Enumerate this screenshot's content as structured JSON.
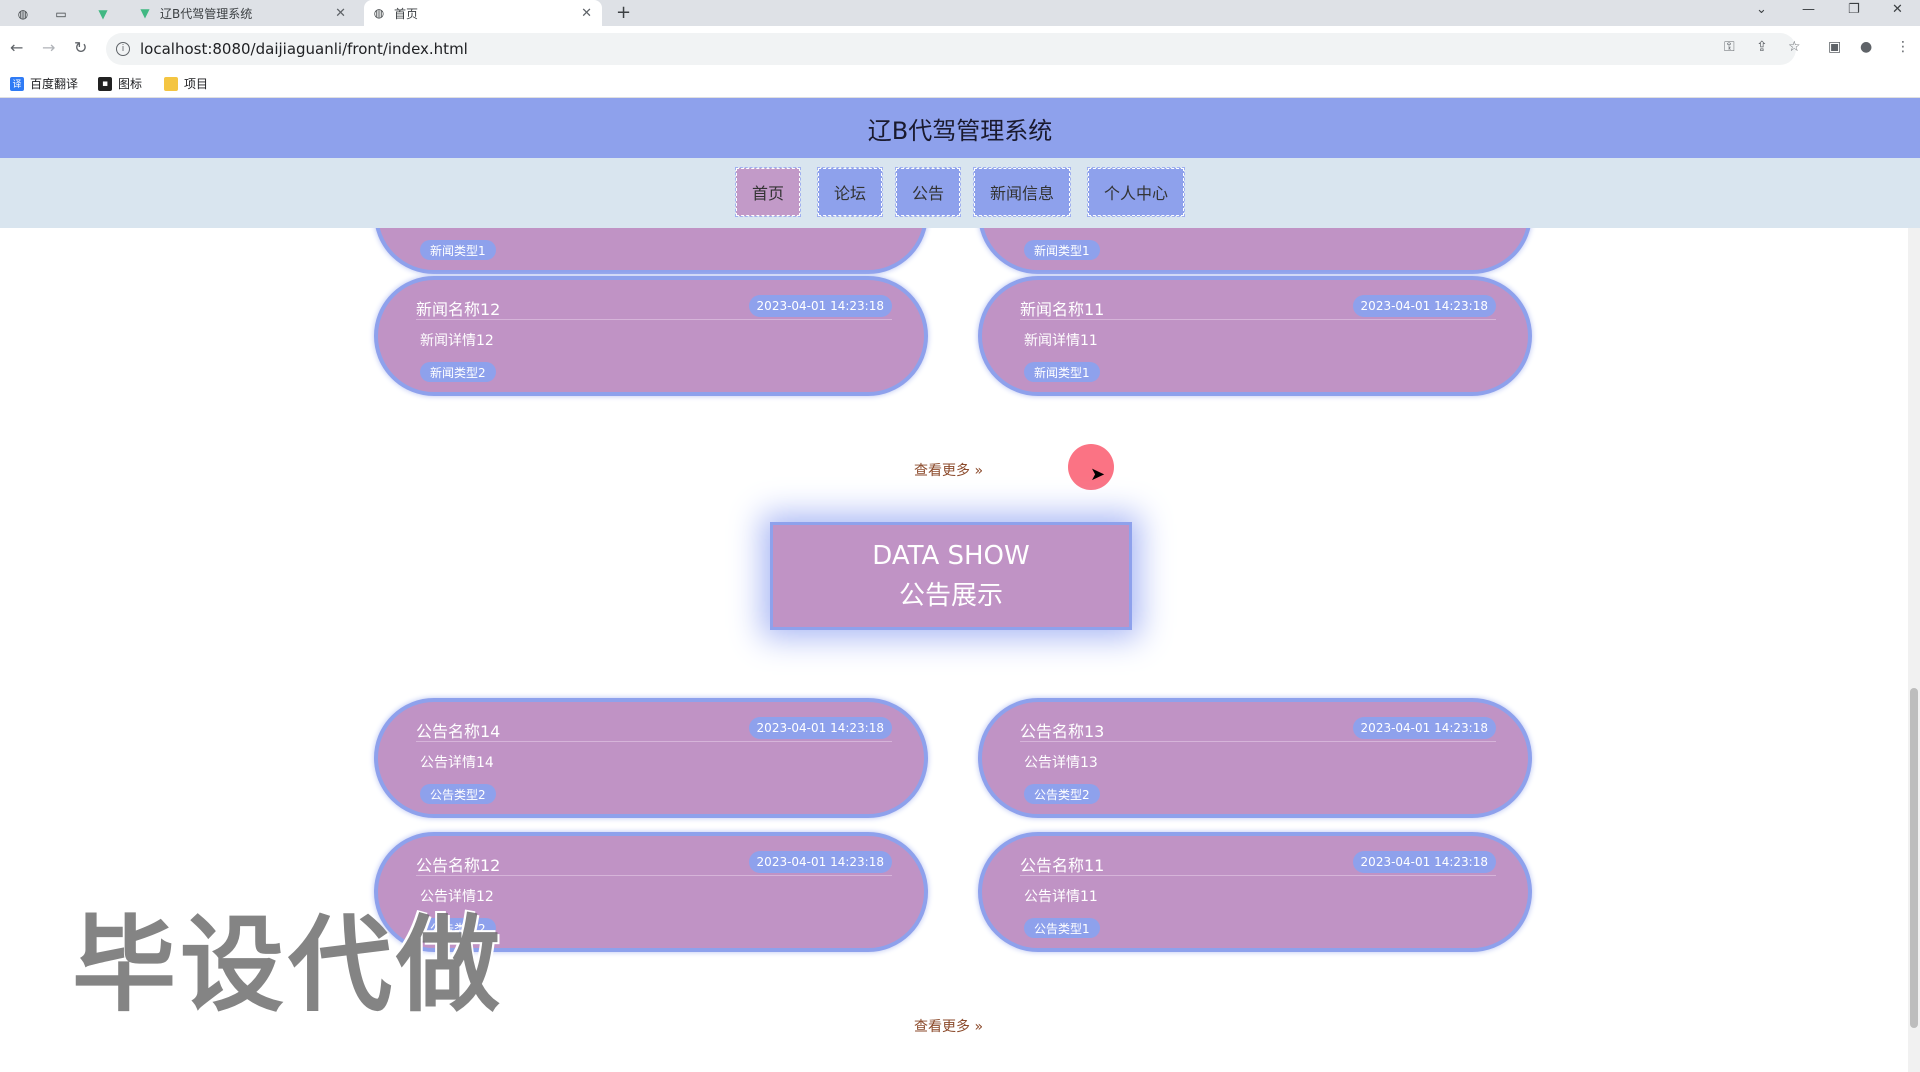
{
  "browser": {
    "tabs": [
      {
        "label": "辽B代驾管理系统",
        "active": false
      },
      {
        "label": "首页",
        "active": true
      }
    ],
    "url": "localhost:8080/daijiaguanli/front/index.html",
    "bookmarks": [
      "百度翻译",
      "图标",
      "项目"
    ]
  },
  "site": {
    "title": "辽B代驾管理系统",
    "menu": [
      "首页",
      "论坛",
      "公告",
      "新闻信息",
      "个人中心"
    ]
  },
  "news": {
    "partial": [
      {
        "type": "新闻类型1"
      },
      {
        "type": "新闻类型1"
      }
    ],
    "cards": [
      {
        "title": "新闻名称12",
        "date": "2023-04-01 14:23:18",
        "detail": "新闻详情12",
        "type": "新闻类型2"
      },
      {
        "title": "新闻名称11",
        "date": "2023-04-01 14:23:18",
        "detail": "新闻详情11",
        "type": "新闻类型1"
      }
    ],
    "more": "查看更多 »"
  },
  "notice_section": {
    "line1": "DATA SHOW",
    "line2": "公告展示"
  },
  "notices": {
    "cards": [
      {
        "title": "公告名称14",
        "date": "2023-04-01 14:23:18",
        "detail": "公告详情14",
        "type": "公告类型2"
      },
      {
        "title": "公告名称13",
        "date": "2023-04-01 14:23:18",
        "detail": "公告详情13",
        "type": "公告类型2"
      },
      {
        "title": "公告名称12",
        "date": "2023-04-01 14:23:18",
        "detail": "公告详情12",
        "type": "公告类型2"
      },
      {
        "title": "公告名称11",
        "date": "2023-04-01 14:23:18",
        "detail": "公告详情11",
        "type": "公告类型1"
      }
    ],
    "more": "查看更多 »"
  },
  "watermark": "毕设代做"
}
